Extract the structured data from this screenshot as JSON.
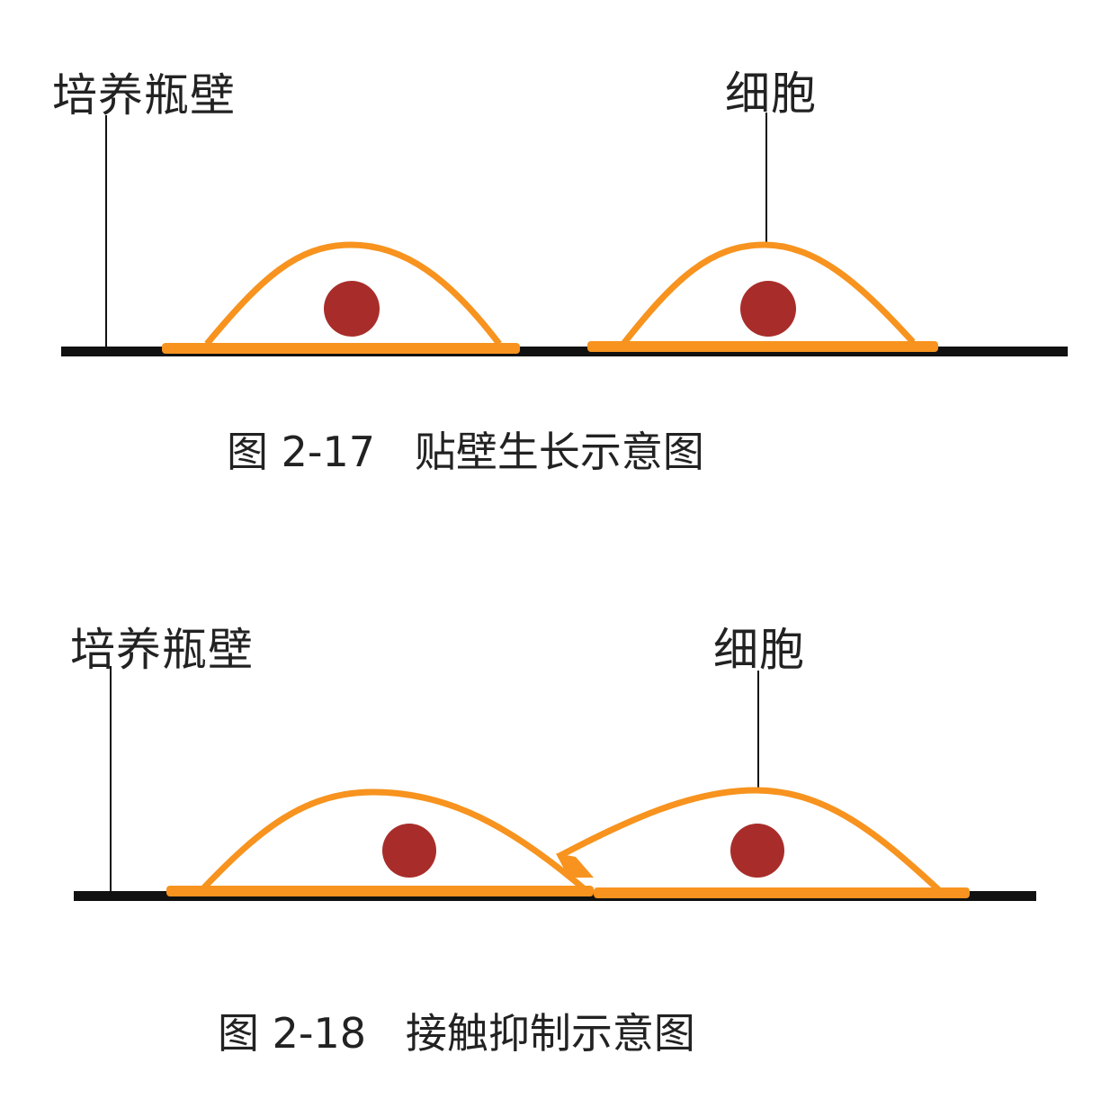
{
  "figures": [
    {
      "wall_label": "培养瓶壁",
      "cell_label": "细胞",
      "caption": "图 2-17   贴壁生长示意图"
    },
    {
      "wall_label": "培养瓶壁",
      "cell_label": "细胞",
      "caption": "图 2-18   接触抑制示意图"
    }
  ],
  "colors": {
    "membrane": "#f7931e",
    "nucleus": "#a82d2a",
    "wall": "#111111"
  }
}
